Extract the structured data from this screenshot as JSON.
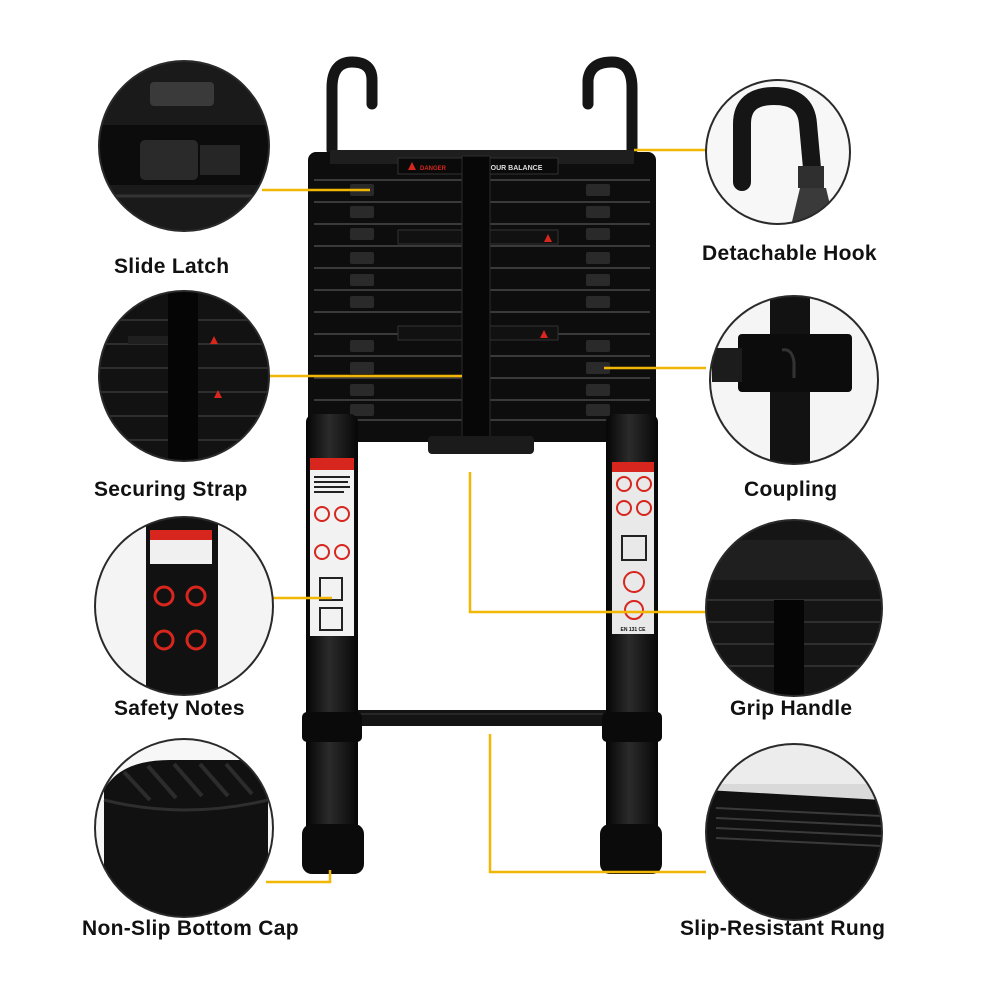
{
  "colors": {
    "ladder": "#121212",
    "leader_line": "#f2b705",
    "circle_border": "#2a2a2a",
    "warning_red": "#d7261e",
    "background": "#ffffff"
  },
  "ladder_labels": {
    "danger": "DANGER",
    "balance_text": "YOU C    YOUR BALANCE",
    "standard": "EN 131 CE"
  },
  "callouts": [
    {
      "id": "slide-latch",
      "label": "Slide Latch"
    },
    {
      "id": "detachable-hook",
      "label": "Detachable Hook"
    },
    {
      "id": "securing-strap",
      "label": "Securing Strap"
    },
    {
      "id": "coupling",
      "label": "Coupling"
    },
    {
      "id": "safety-notes",
      "label": "Safety Notes"
    },
    {
      "id": "grip-handle",
      "label": "Grip Handle"
    },
    {
      "id": "non-slip-bottom-cap",
      "label": "Non-Slip Bottom Cap"
    },
    {
      "id": "slip-resistant-rung",
      "label": "Slip-Resistant Rung"
    }
  ]
}
